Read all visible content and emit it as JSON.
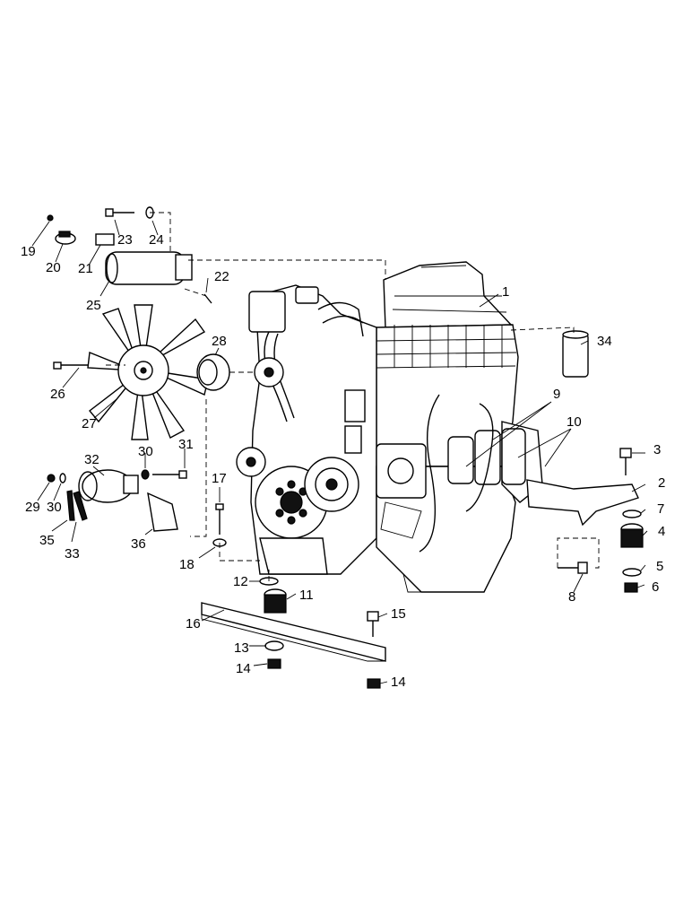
{
  "callouts": [
    {
      "id": "1",
      "text": "1"
    },
    {
      "id": "2",
      "text": "2"
    },
    {
      "id": "3",
      "text": "3"
    },
    {
      "id": "4",
      "text": "4"
    },
    {
      "id": "5",
      "text": "5"
    },
    {
      "id": "6",
      "text": "6"
    },
    {
      "id": "7",
      "text": "7"
    },
    {
      "id": "8",
      "text": "8"
    },
    {
      "id": "9",
      "text": "9"
    },
    {
      "id": "10",
      "text": "10"
    },
    {
      "id": "11",
      "text": "11"
    },
    {
      "id": "12",
      "text": "12"
    },
    {
      "id": "13",
      "text": "13"
    },
    {
      "id": "14a",
      "text": "14"
    },
    {
      "id": "14b",
      "text": "14"
    },
    {
      "id": "15",
      "text": "15"
    },
    {
      "id": "16",
      "text": "16"
    },
    {
      "id": "17",
      "text": "17"
    },
    {
      "id": "18",
      "text": "18"
    },
    {
      "id": "19",
      "text": "19"
    },
    {
      "id": "20",
      "text": "20"
    },
    {
      "id": "21",
      "text": "21"
    },
    {
      "id": "22",
      "text": "22"
    },
    {
      "id": "23",
      "text": "23"
    },
    {
      "id": "24",
      "text": "24"
    },
    {
      "id": "25",
      "text": "25"
    },
    {
      "id": "26",
      "text": "26"
    },
    {
      "id": "27",
      "text": "27"
    },
    {
      "id": "28",
      "text": "28"
    },
    {
      "id": "29",
      "text": "29"
    },
    {
      "id": "30a",
      "text": "30"
    },
    {
      "id": "30b",
      "text": "30"
    },
    {
      "id": "31",
      "text": "31"
    },
    {
      "id": "32",
      "text": "32"
    },
    {
      "id": "33",
      "text": "33"
    },
    {
      "id": "34",
      "text": "34"
    },
    {
      "id": "35",
      "text": "35"
    },
    {
      "id": "36",
      "text": "36"
    }
  ]
}
